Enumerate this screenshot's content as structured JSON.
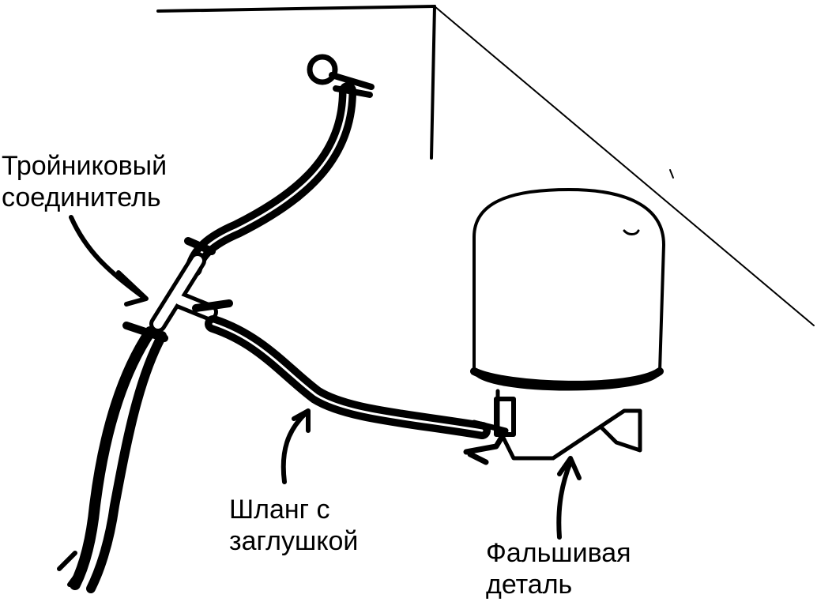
{
  "labels": {
    "tee_connector": [
      "Тройниковый",
      "соединитель"
    ],
    "capped_hose": [
      "Шланг с",
      "заглушкой"
    ],
    "dummy_part": [
      "Фальшивая",
      "деталь"
    ]
  },
  "colors": {
    "ink": "#000000",
    "paper": "#ffffff"
  }
}
